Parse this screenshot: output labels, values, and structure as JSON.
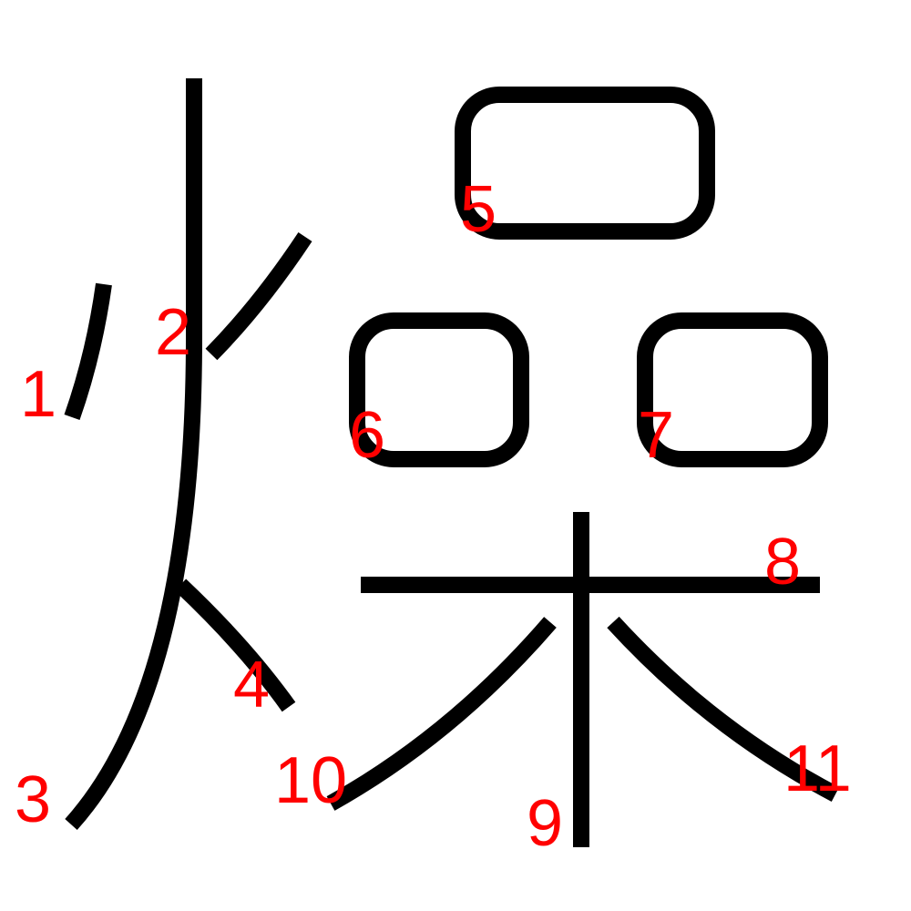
{
  "colors": {
    "background": "#ffffff",
    "stroke": "#000000",
    "label": "#ff0000"
  },
  "strokes": [
    {
      "id": 1,
      "label": "1"
    },
    {
      "id": 2,
      "label": "2"
    },
    {
      "id": 3,
      "label": "3"
    },
    {
      "id": 4,
      "label": "4"
    },
    {
      "id": 5,
      "label": "5"
    },
    {
      "id": 6,
      "label": "6"
    },
    {
      "id": 7,
      "label": "7"
    },
    {
      "id": 8,
      "label": "8"
    },
    {
      "id": 9,
      "label": "9"
    },
    {
      "id": 10,
      "label": "10"
    },
    {
      "id": 11,
      "label": "11"
    }
  ]
}
